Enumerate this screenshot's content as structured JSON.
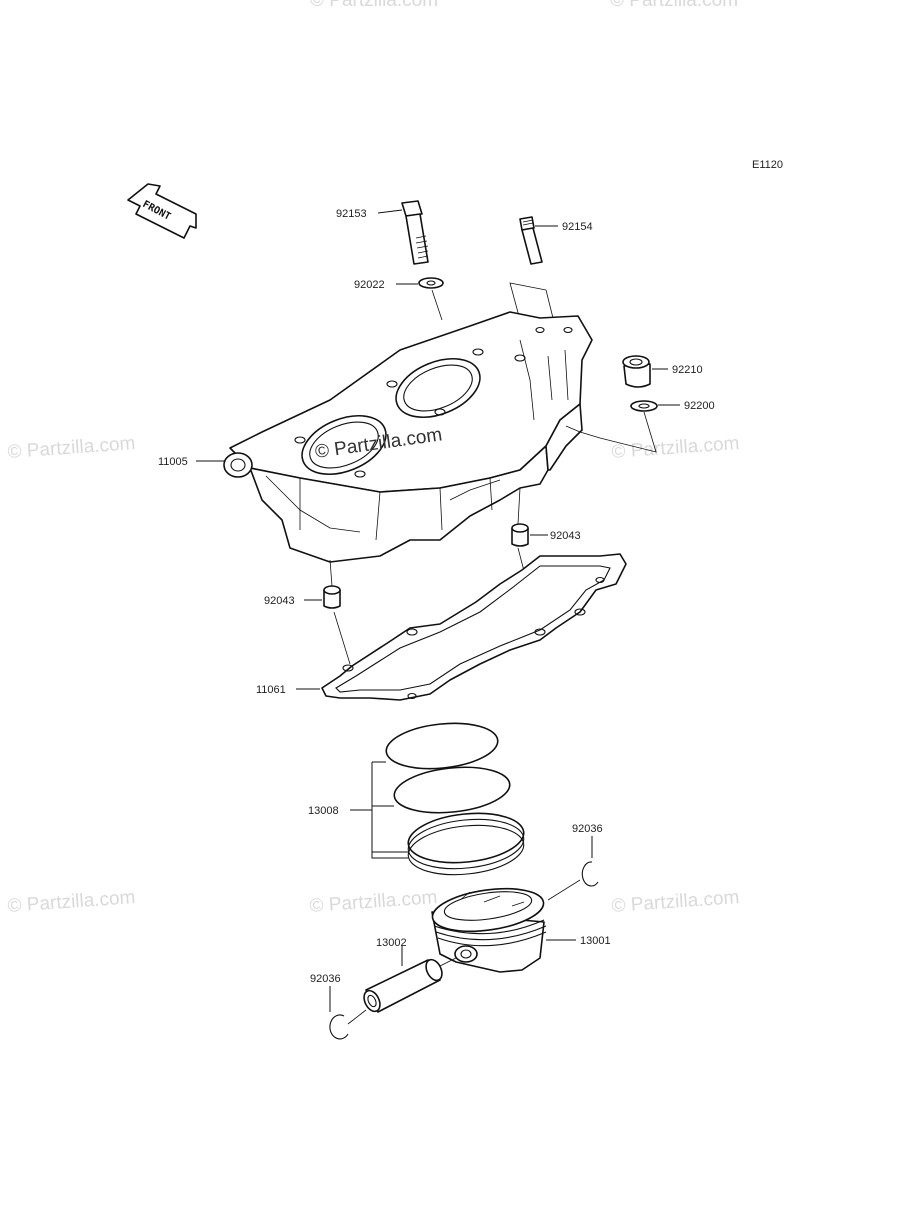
{
  "diagram": {
    "code": "E1120",
    "front_label": "FRONT",
    "watermark": "© Partzilla.com",
    "center_watermark": "© Partzilla.com"
  },
  "parts": {
    "p92153": "92153",
    "p92154": "92154",
    "p92022": "92022",
    "p92210": "92210",
    "p92200": "92200",
    "p11005": "11005",
    "p92043a": "92043",
    "p92043b": "92043",
    "p11061": "11061",
    "p13008": "13008",
    "p92036a": "92036",
    "p13001": "13001",
    "p13002": "13002",
    "p92036b": "92036"
  }
}
